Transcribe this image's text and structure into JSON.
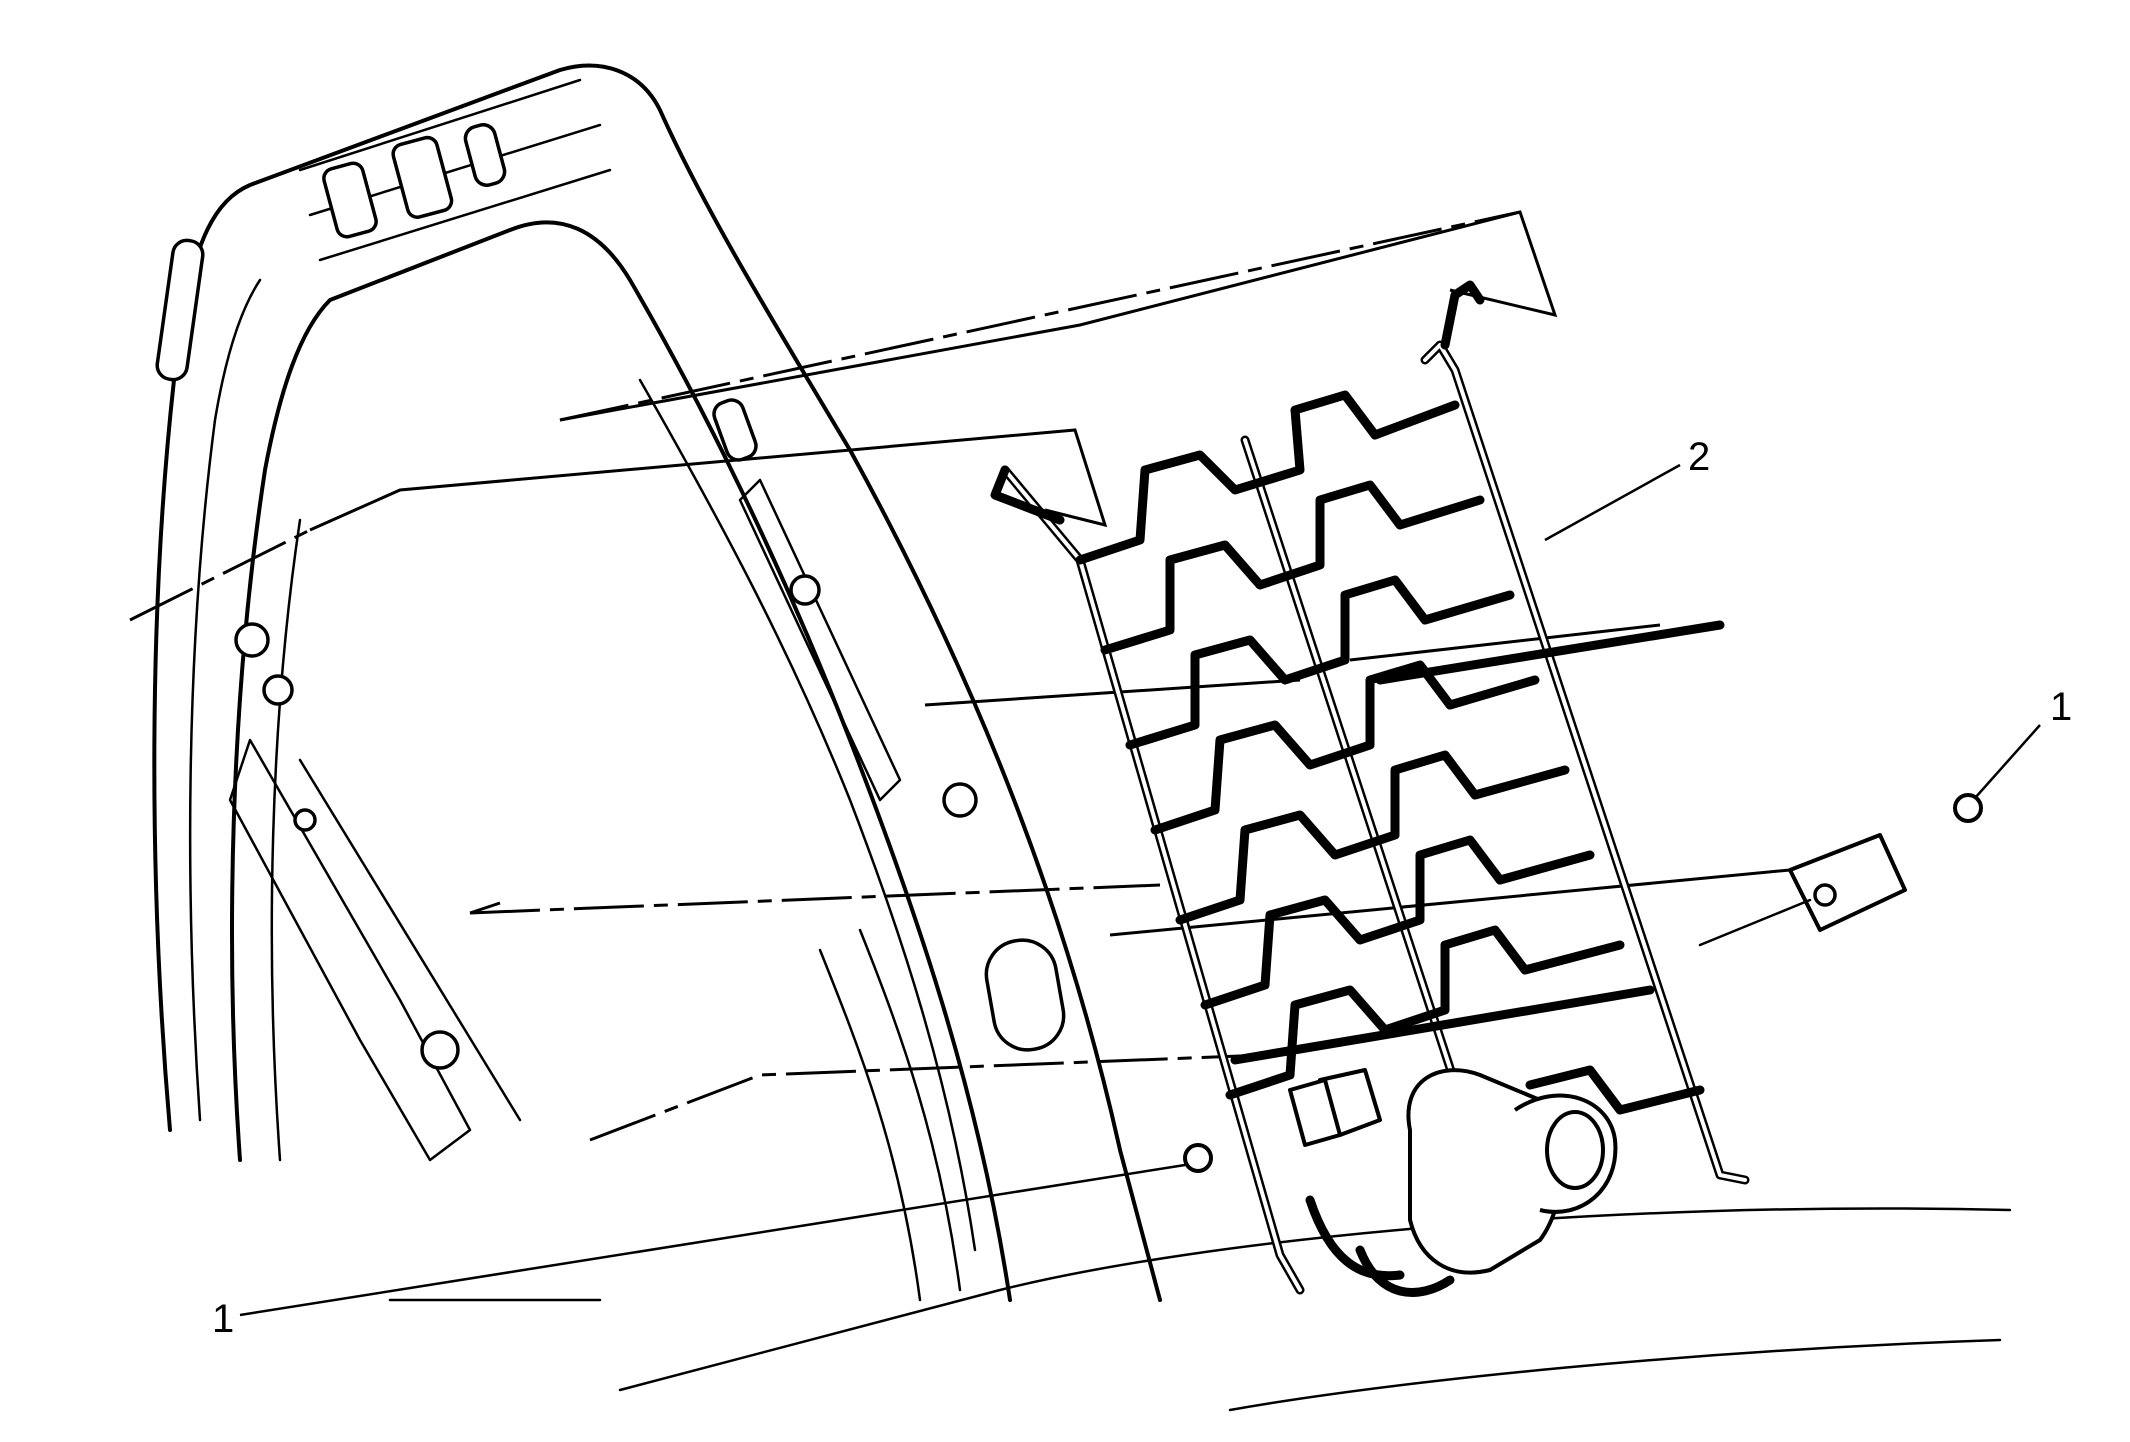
{
  "callouts": {
    "nut_right": "1",
    "nut_left": "1",
    "suspension_mat": "2"
  },
  "colors": {
    "line": "#000000",
    "background": "#ffffff"
  }
}
